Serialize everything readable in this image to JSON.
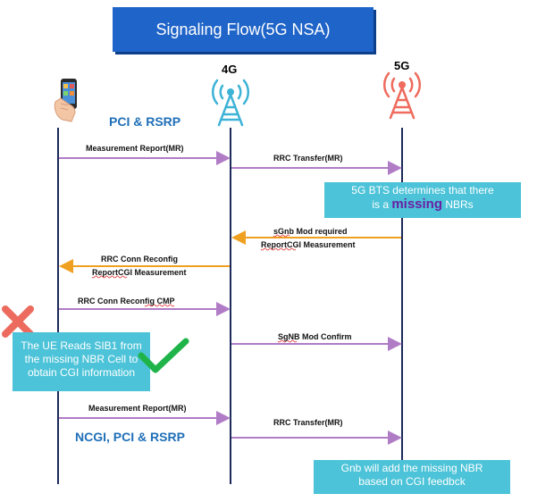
{
  "title": "Signaling Flow(5G NSA)",
  "nodes": {
    "lte": "4G",
    "nr": "5G"
  },
  "labels": {
    "pci_rsrp": "PCI & RSRP",
    "ncgi_pci_rsrp": "NCGI, PCI & RSRP"
  },
  "messages": {
    "m1": "Measurement Report(MR)",
    "m2": "RRC Transfer(MR)",
    "m3_line1": "sGnb Mod required",
    "m3_line2": "ReportCGI Measurement",
    "m4_line1": "RRC Conn Reconfig",
    "m4_line2": "ReportCGI Measurement",
    "m5": "RRC Conn Reconfig CMP",
    "m6": "SgNB Mod Confirm",
    "m7": "Measurement Report(MR)",
    "m8": "RRC Transfer(MR)"
  },
  "notes": {
    "bts_line1": "5G BTS determines that there",
    "bts_prefix": "is a ",
    "bts_highlight": "missing",
    "bts_suffix": " NBRs",
    "ue_line1": "The UE Reads SIB1 from",
    "ue_line2": "the missing NBR Cell to",
    "ue_line3": "obtain CGI information",
    "gnb_line1": "Gnb will add the missing NBR",
    "gnb_line2": "based on CGI feedbck"
  },
  "colors": {
    "title_bg": "#1f64c8",
    "lifeline": "#1c2a5a",
    "arrow_purple": "#b07cc6",
    "arrow_orange": "#f0a020",
    "note_bg": "#4cc3d8",
    "highlight": "#6a1fa3",
    "tower_4g": "#3db3d6",
    "tower_5g": "#ee6b5d",
    "cross": "#ec6b5e",
    "check": "#1fb44a"
  },
  "icons": [
    "phone-in-hand-icon",
    "cell-tower-4g-icon",
    "cell-tower-5g-icon",
    "cross-icon",
    "check-icon"
  ]
}
